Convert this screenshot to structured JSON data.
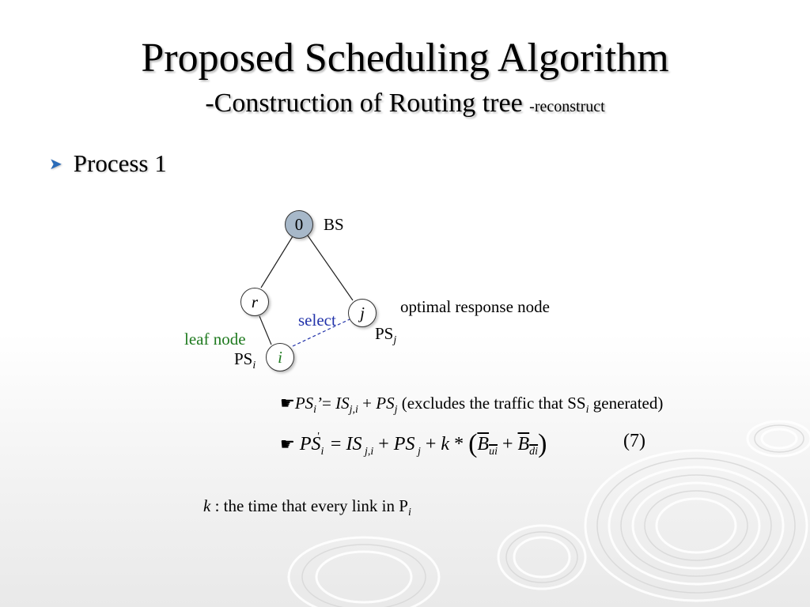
{
  "slide": {
    "title": "Proposed Scheduling Algorithm",
    "subtitle": "-Construction of Routing tree",
    "subtitle_small": "-reconstruct",
    "bullet": "Process 1"
  },
  "diagram": {
    "nodes": {
      "root": "0",
      "r": "r",
      "j": "j",
      "i": "i"
    },
    "labels": {
      "bs": "BS",
      "optimal": "optimal response node",
      "select": "select",
      "leaf": "leaf node",
      "ps": "PS",
      "ps_j_sub": "j",
      "ps_i_sub": "i"
    }
  },
  "formulas": {
    "eq1_rest": "(excludes the traffic that SS",
    "eq1_sub": "i",
    "eq1_end": "generated)",
    "eq2_number": "(7)",
    "k_symbol": "k",
    "k_note": ": the time that every link in P",
    "k_sub": "i"
  },
  "colors": {
    "bullet_arrow": "#2a6bb8",
    "root_node": "#a7b8c9",
    "leaf_text": "#1f7a1f",
    "select_text": "#2233aa"
  }
}
